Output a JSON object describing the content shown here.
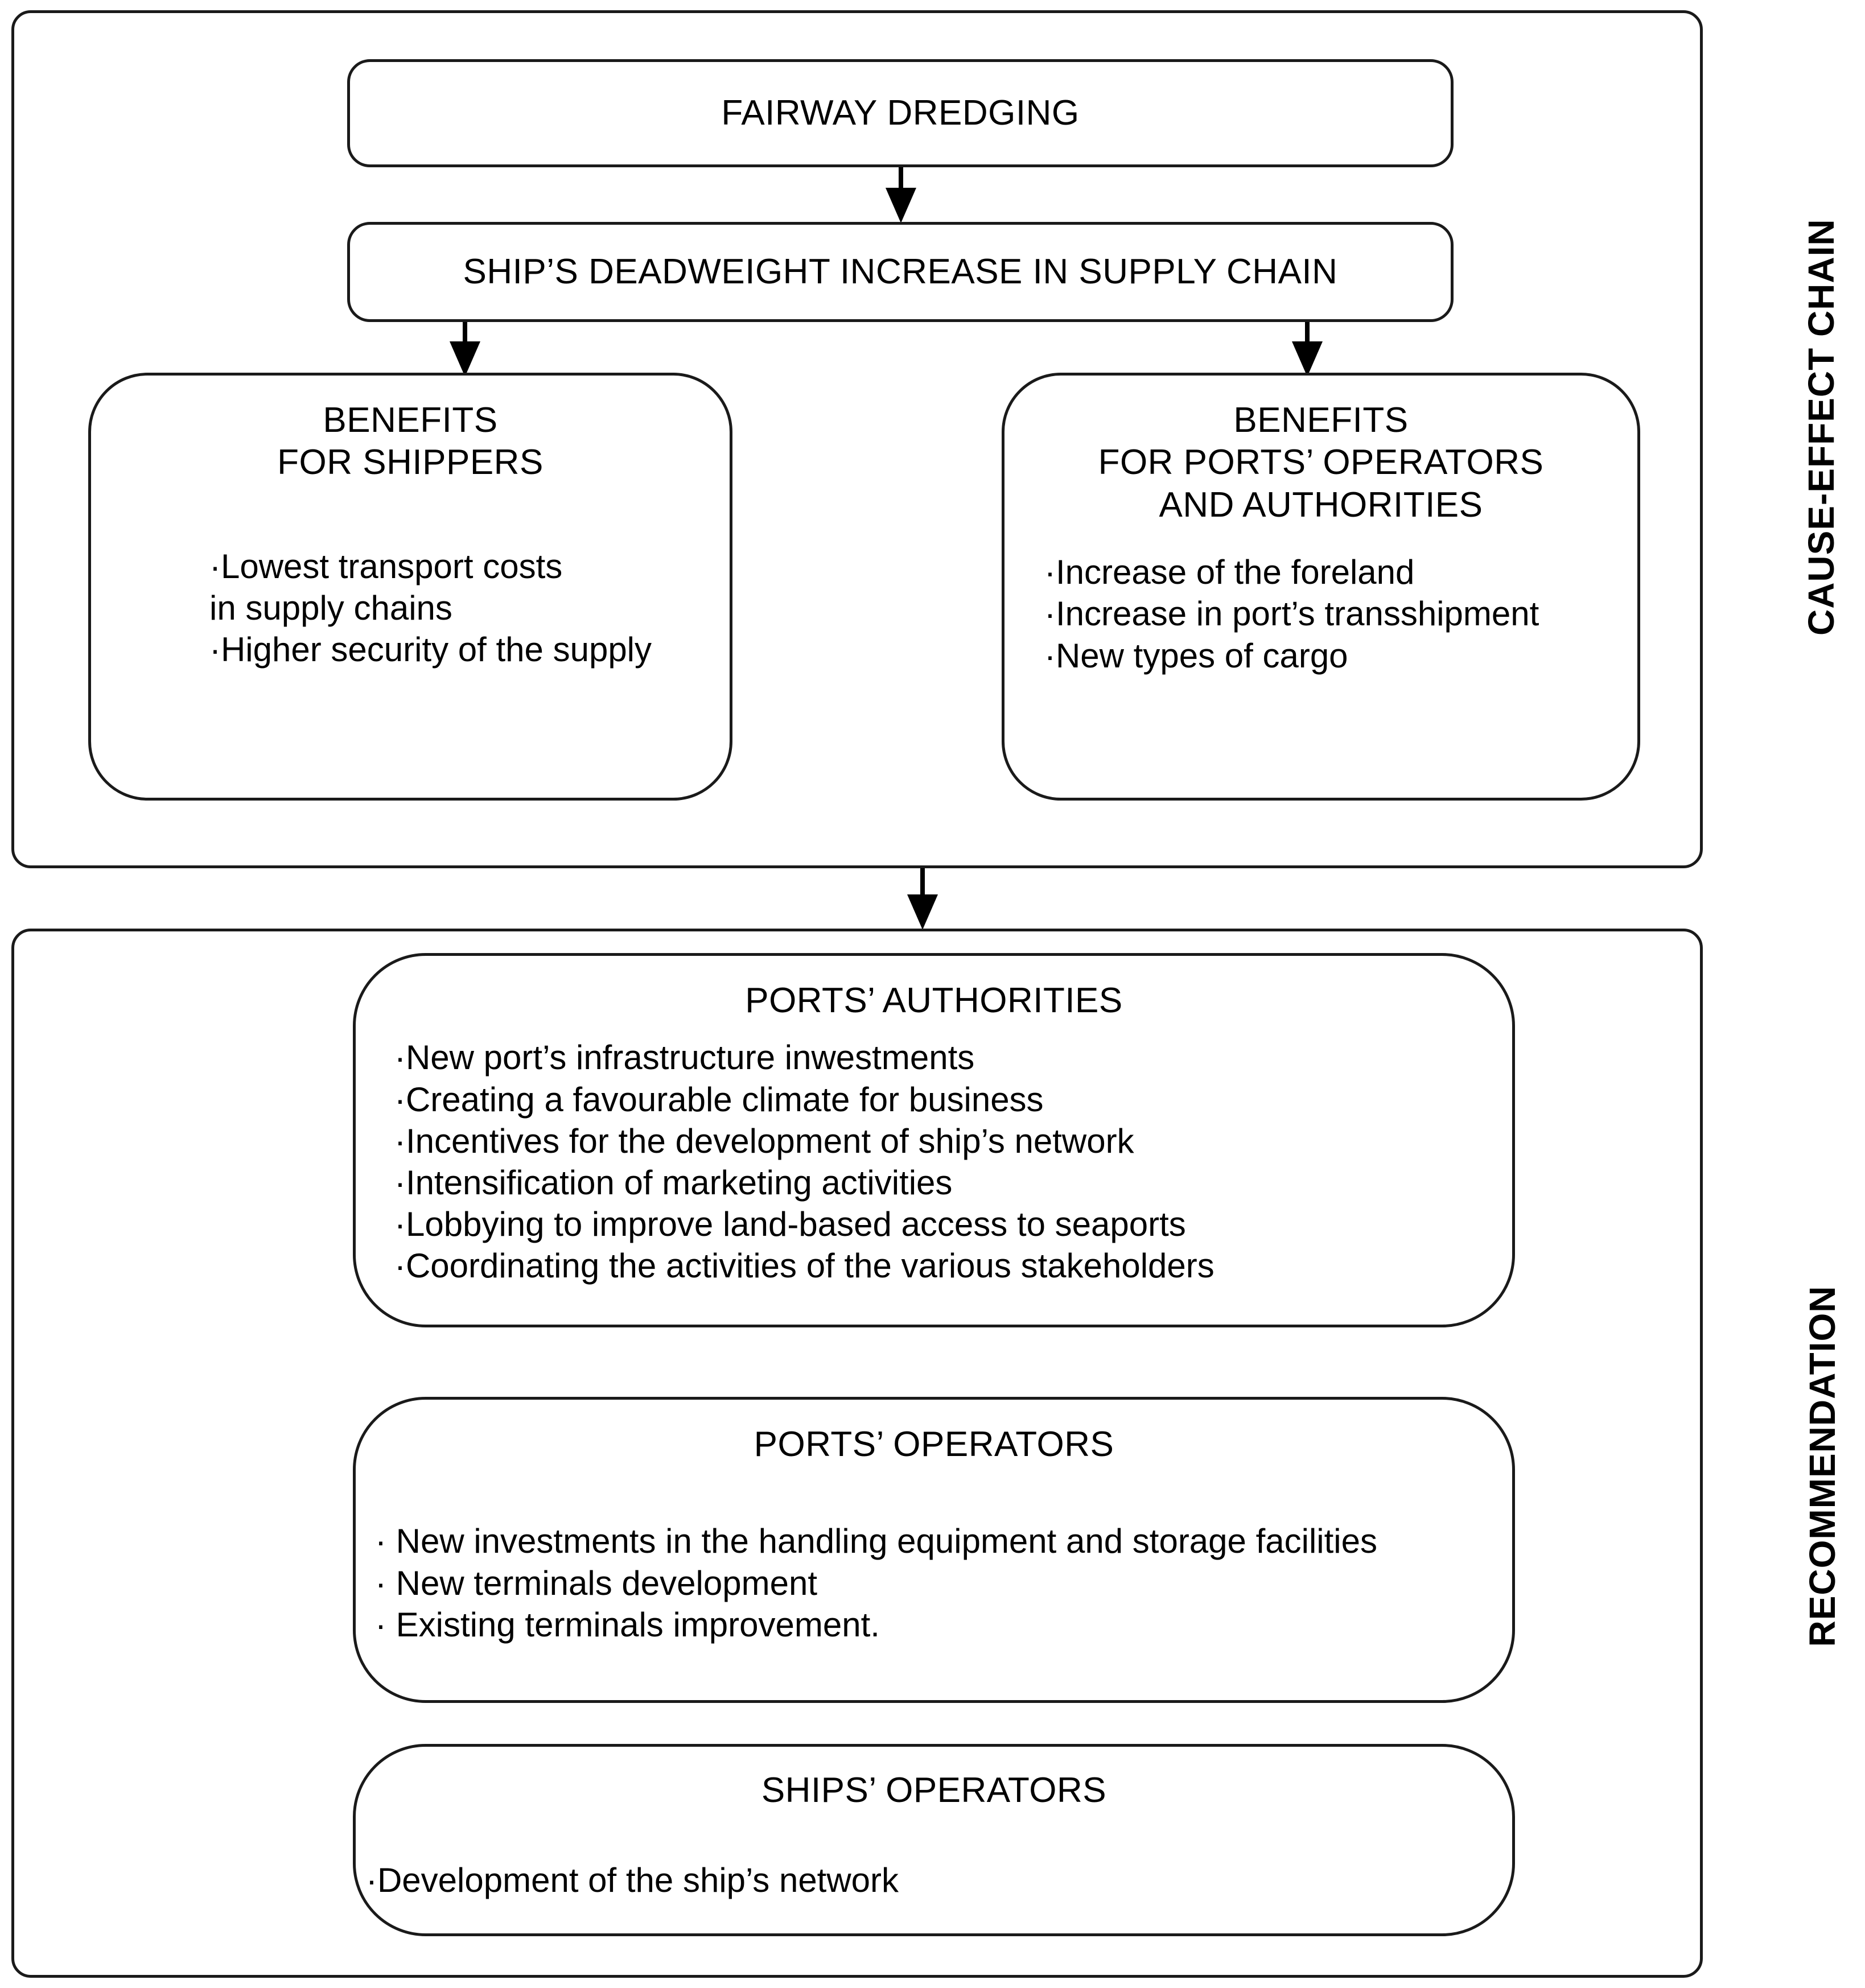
{
  "diagram": {
    "sections": [
      {
        "id": "cause-effect-chain",
        "side_label": "CAUSE-EFFECT CHAIN"
      },
      {
        "id": "recommendation",
        "side_label": "RECOMMENDATION"
      }
    ],
    "cause_effect_chain": {
      "fairway_dredging": {
        "title": "FAIRWAY  DREDGING"
      },
      "deadweight_increase": {
        "title": "SHIP’S DEADWEIGHT INCREASE IN SUPPLY CHAIN"
      },
      "benefits_shippers": {
        "title": "BENEFITS\nFOR SHIPPERS",
        "bullets": "·Lowest transport costs\n in supply chains\n·Higher security of the supply"
      },
      "benefits_ports": {
        "title": "BENEFITS\nFOR PORTS’ OPERATORS\nAND AUTHORITIES",
        "bullets": "·Increase of the foreland\n·Increase in port’s transshipment\n·New types of cargo"
      }
    },
    "recommendation": {
      "ports_authorities": {
        "title": "PORTS’ AUTHORITIES",
        "bullets": "·New port’s infrastructure inwestments\n·Creating a favourable climate for business\n·Incentives for the development of ship’s network\n·Intensification of marketing activities\n·Lobbying to improve land-based access to seaports\n·Coordinating the activities of the various stakeholders"
      },
      "ports_operators": {
        "title": "PORTS’ OPERATORS",
        "bullets": "· New investments in the handling equipment and storage facilities\n· New terminals development\n· Existing terminals improvement."
      },
      "ships_operators": {
        "title": "SHIPS’ OPERATORS",
        "bullets": "·Development of the ship’s network"
      }
    },
    "colors": {
      "stroke": "#1a1a1a",
      "arrow": "#000000",
      "background": "#ffffff"
    }
  }
}
